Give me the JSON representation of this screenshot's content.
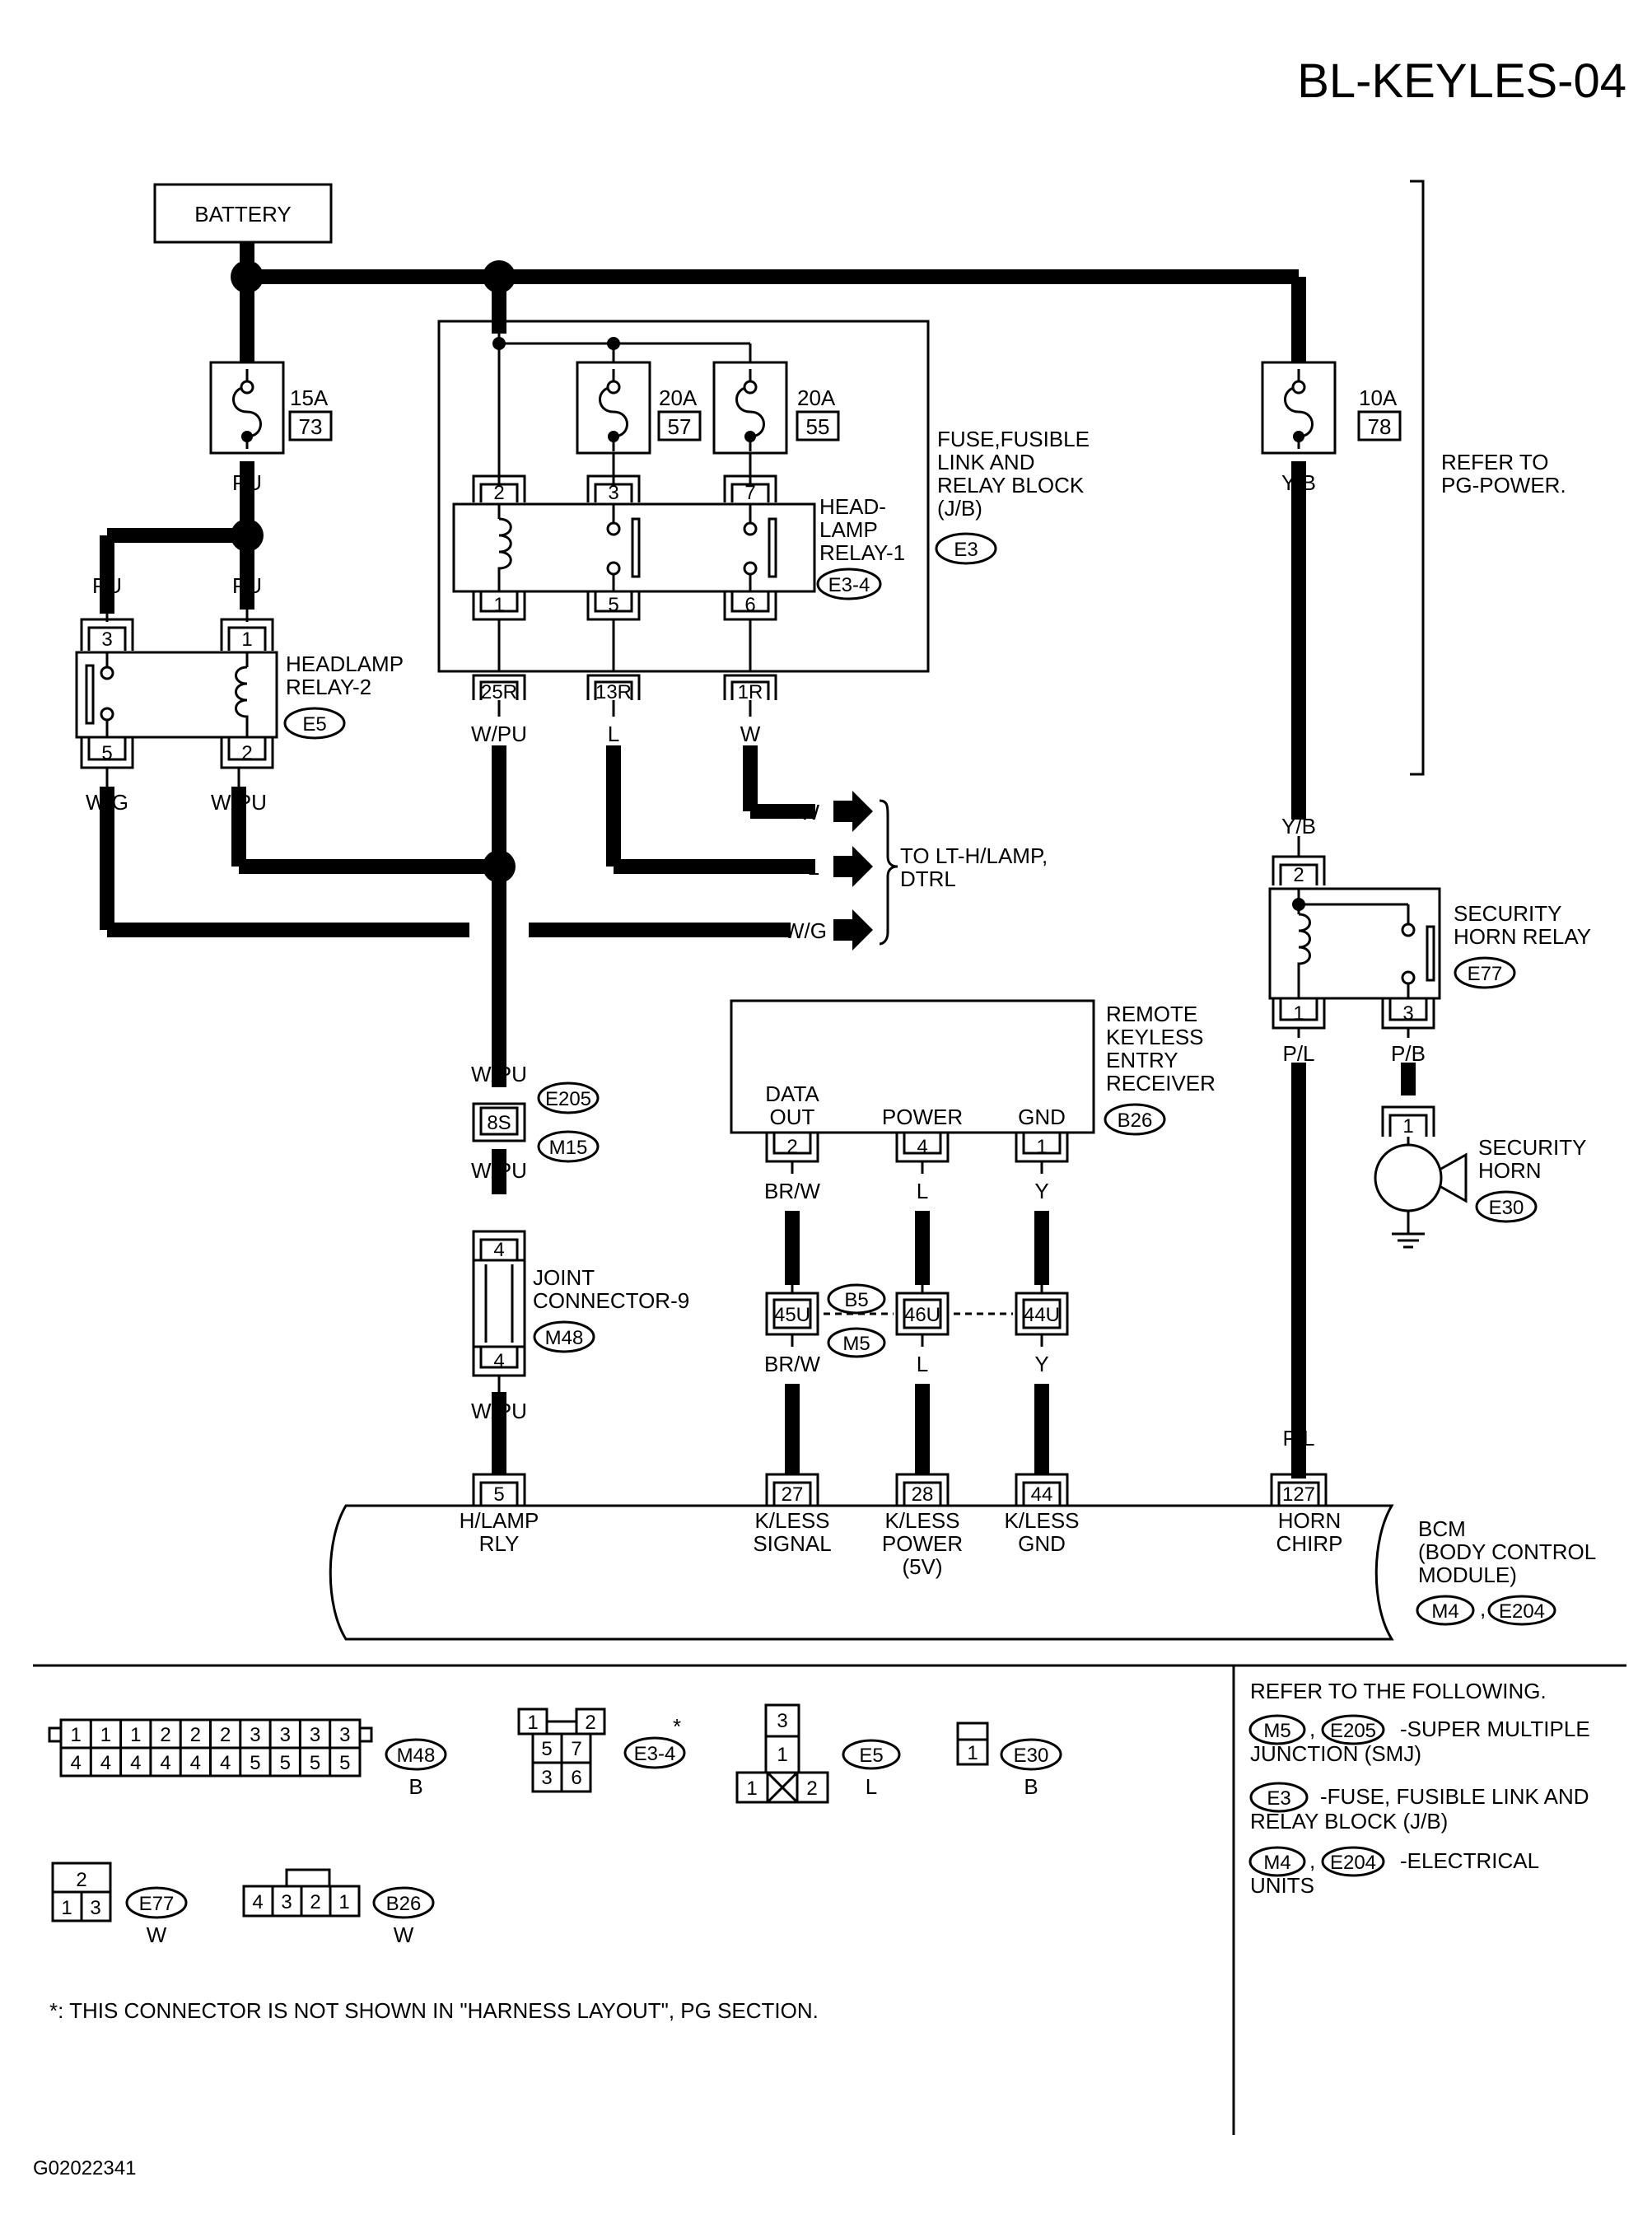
{
  "page_title": "BL-KEYLES-04",
  "figure_id": "G02022341",
  "power": {
    "battery": "BATTERY",
    "fuse_15a": {
      "rating": "15A",
      "number": "73"
    },
    "fuse_20a_a": {
      "rating": "20A",
      "number": "57"
    },
    "fuse_20a_b": {
      "rating": "20A",
      "number": "55"
    },
    "fuse_10a": {
      "rating": "10A",
      "number": "78"
    },
    "refer_power": [
      "REFER TO",
      "PG-POWER."
    ]
  },
  "jb": {
    "label": [
      "FUSE,FUSIBLE",
      "LINK AND",
      "RELAY BLOCK",
      "(J/B)"
    ],
    "connector": "E3"
  },
  "headlamp_relay_1": {
    "label": [
      "HEAD-",
      "LAMP",
      "RELAY-1"
    ],
    "connector": "E3-4",
    "pins_top": [
      "2",
      "3",
      "7"
    ],
    "pins_bottom": [
      "1",
      "5",
      "6"
    ],
    "out_pins": [
      "25R",
      "13R",
      "1R"
    ]
  },
  "headlamp_relay_2": {
    "label": [
      "HEADLAMP",
      "RELAY-2"
    ],
    "connector": "E5",
    "pins_top": [
      "3",
      "1"
    ],
    "pins_bottom": [
      "5",
      "2"
    ]
  },
  "wires": {
    "pu": "PU",
    "yb": "Y/B",
    "wpu": "W/PU",
    "wg": "W/G",
    "l": "L",
    "w": "W",
    "pl": "P/L",
    "pb": "P/B",
    "brw": "BR/W",
    "y": "Y"
  },
  "to_lt": {
    "label": [
      "TO LT-H/LAMP,",
      "DTRL"
    ],
    "w": "W",
    "l": "L",
    "wg": "W/G"
  },
  "security_horn_relay": {
    "label": [
      "SECURITY",
      "HORN RELAY"
    ],
    "connector": "E77",
    "pin_top": "2",
    "pin_1": "1",
    "pin_3": "3"
  },
  "security_horn": {
    "label": [
      "SECURITY",
      "HORN"
    ],
    "connector": "E30",
    "pin": "1"
  },
  "receiver": {
    "label": [
      "REMOTE",
      "KEYLESS",
      "ENTRY",
      "RECEIVER"
    ],
    "connector": "B26",
    "data_out": [
      "DATA",
      "OUT"
    ],
    "power": "POWER",
    "gnd": "GND",
    "pins": [
      "2",
      "4",
      "1"
    ]
  },
  "smj": {
    "top": "E205",
    "pin": "8S",
    "bottom": "M15"
  },
  "joint_connector": {
    "label": [
      "JOINT",
      "CONNECTOR-9"
    ],
    "connector": "M48",
    "pin_top": "4",
    "pin_bottom": "4"
  },
  "b5_m5": {
    "b5": "B5",
    "m5": "M5",
    "pins": [
      "45U",
      "46U",
      "44U"
    ]
  },
  "bcm": {
    "label": [
      "BCM",
      "(BODY CONTROL",
      "MODULE)"
    ],
    "conn_a": "M4",
    "conn_b": "E204",
    "pins": [
      "5",
      "27",
      "28",
      "44",
      "127"
    ],
    "terminals": [
      [
        "H/LAMP",
        "RLY"
      ],
      [
        "K/LESS",
        "SIGNAL"
      ],
      [
        "K/LESS",
        "POWER",
        "(5V)"
      ],
      [
        "K/LESS",
        "GND"
      ],
      [
        "HORN",
        "CHIRP"
      ]
    ]
  },
  "legend": {
    "m48": {
      "name": "M48",
      "color": "B",
      "row1": [
        "1",
        "1",
        "1",
        "2",
        "2",
        "2",
        "3",
        "3",
        "3",
        "3"
      ],
      "row2": [
        "4",
        "4",
        "4",
        "4",
        "4",
        "4",
        "5",
        "5",
        "5",
        "5"
      ]
    },
    "e34": {
      "name": "E3-4",
      "mark": "*",
      "cells": [
        "1",
        "2",
        "5",
        "7",
        "3",
        "6"
      ]
    },
    "e5": {
      "name": "E5",
      "color": "L",
      "cells": [
        "3",
        "1",
        "2"
      ]
    },
    "e30": {
      "name": "E30",
      "color": "B",
      "cells": [
        "1"
      ]
    },
    "e77": {
      "name": "E77",
      "color": "W",
      "cells": [
        "2",
        "1",
        "3"
      ]
    },
    "b26": {
      "name": "B26",
      "color": "W",
      "cells": [
        "4",
        "3",
        "2",
        "1"
      ]
    },
    "note": "*: THIS CONNECTOR IS NOT SHOWN IN \"HARNESS LAYOUT\", PG SECTION."
  },
  "refer": {
    "title": "REFER TO THE FOLLOWING.",
    "m5": "M5",
    "e205": "E205",
    "smj_text": "-SUPER MULTIPLE",
    "smj_text2": "JUNCTION (SMJ)",
    "e3": "E3",
    "jb_text": "-FUSE, FUSIBLE LINK AND",
    "jb_text2": "RELAY BLOCK (J/B)",
    "m4": "M4",
    "e204": "E204",
    "eu_text": "-ELECTRICAL",
    "eu_text2": "UNITS"
  }
}
